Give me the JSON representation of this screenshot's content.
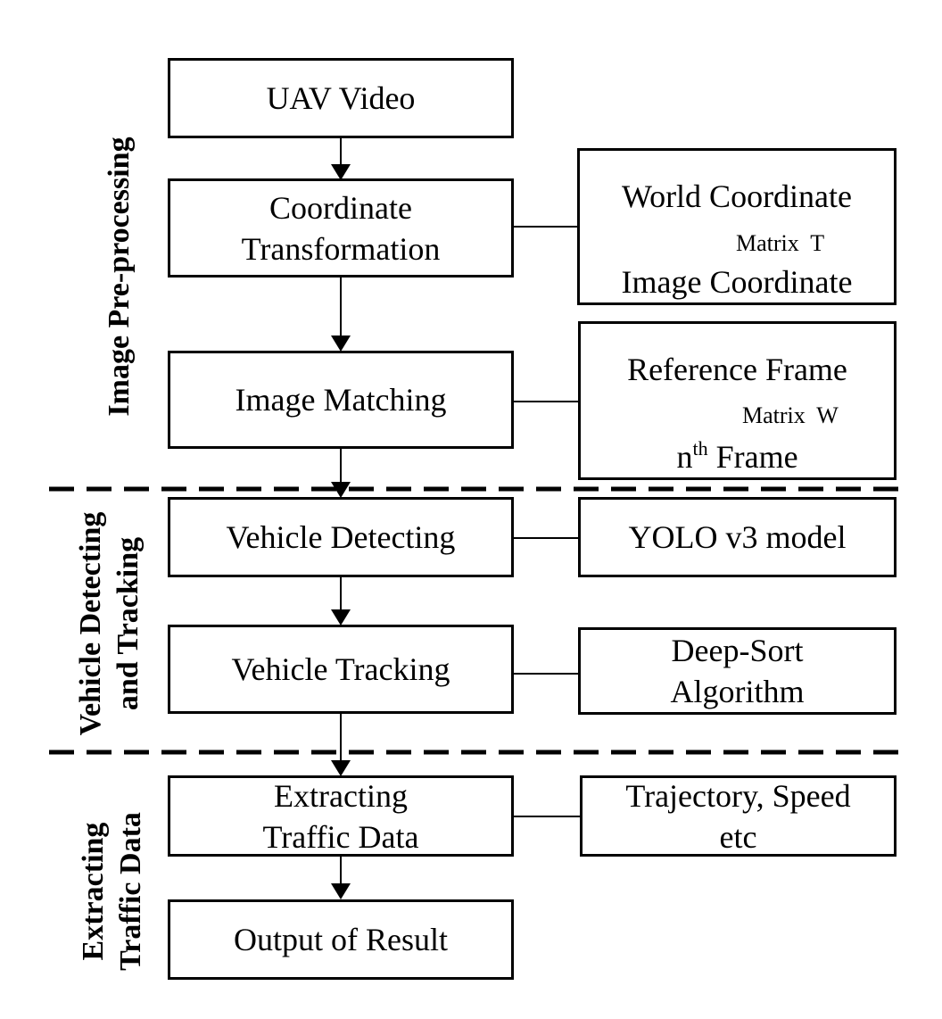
{
  "sections": {
    "preprocessing": "Image Pre-processing",
    "detecting_line1": "Vehicle Detecting",
    "detecting_line2": "and Tracking",
    "extracting_line1": "Extracting",
    "extracting_line2": "Traffic Data"
  },
  "steps": {
    "uav_video": "UAV Video",
    "coord_line1": "Coordinate",
    "coord_line2": "Transformation",
    "image_matching": "Image Matching",
    "vehicle_detecting": "Vehicle Detecting",
    "vehicle_tracking": "Vehicle Tracking",
    "extract_line1": "Extracting",
    "extract_line2": "Traffic Data",
    "output": "Output of Result"
  },
  "details": {
    "world_coord": "World Coordinate",
    "matrix_t": "Matrix  T",
    "image_coord": "Image Coordinate",
    "reference_frame": "Reference Frame",
    "matrix_w": "Matrix  W",
    "nth_n": "n",
    "nth_sup": "th",
    "nth_frame": " Frame",
    "yolo": "YOLO v3 model",
    "deepsort_line1": "Deep-Sort",
    "deepsort_line2": "Algorithm",
    "trajectory_line1": "Trajectory, Speed",
    "trajectory_line2": "etc"
  }
}
